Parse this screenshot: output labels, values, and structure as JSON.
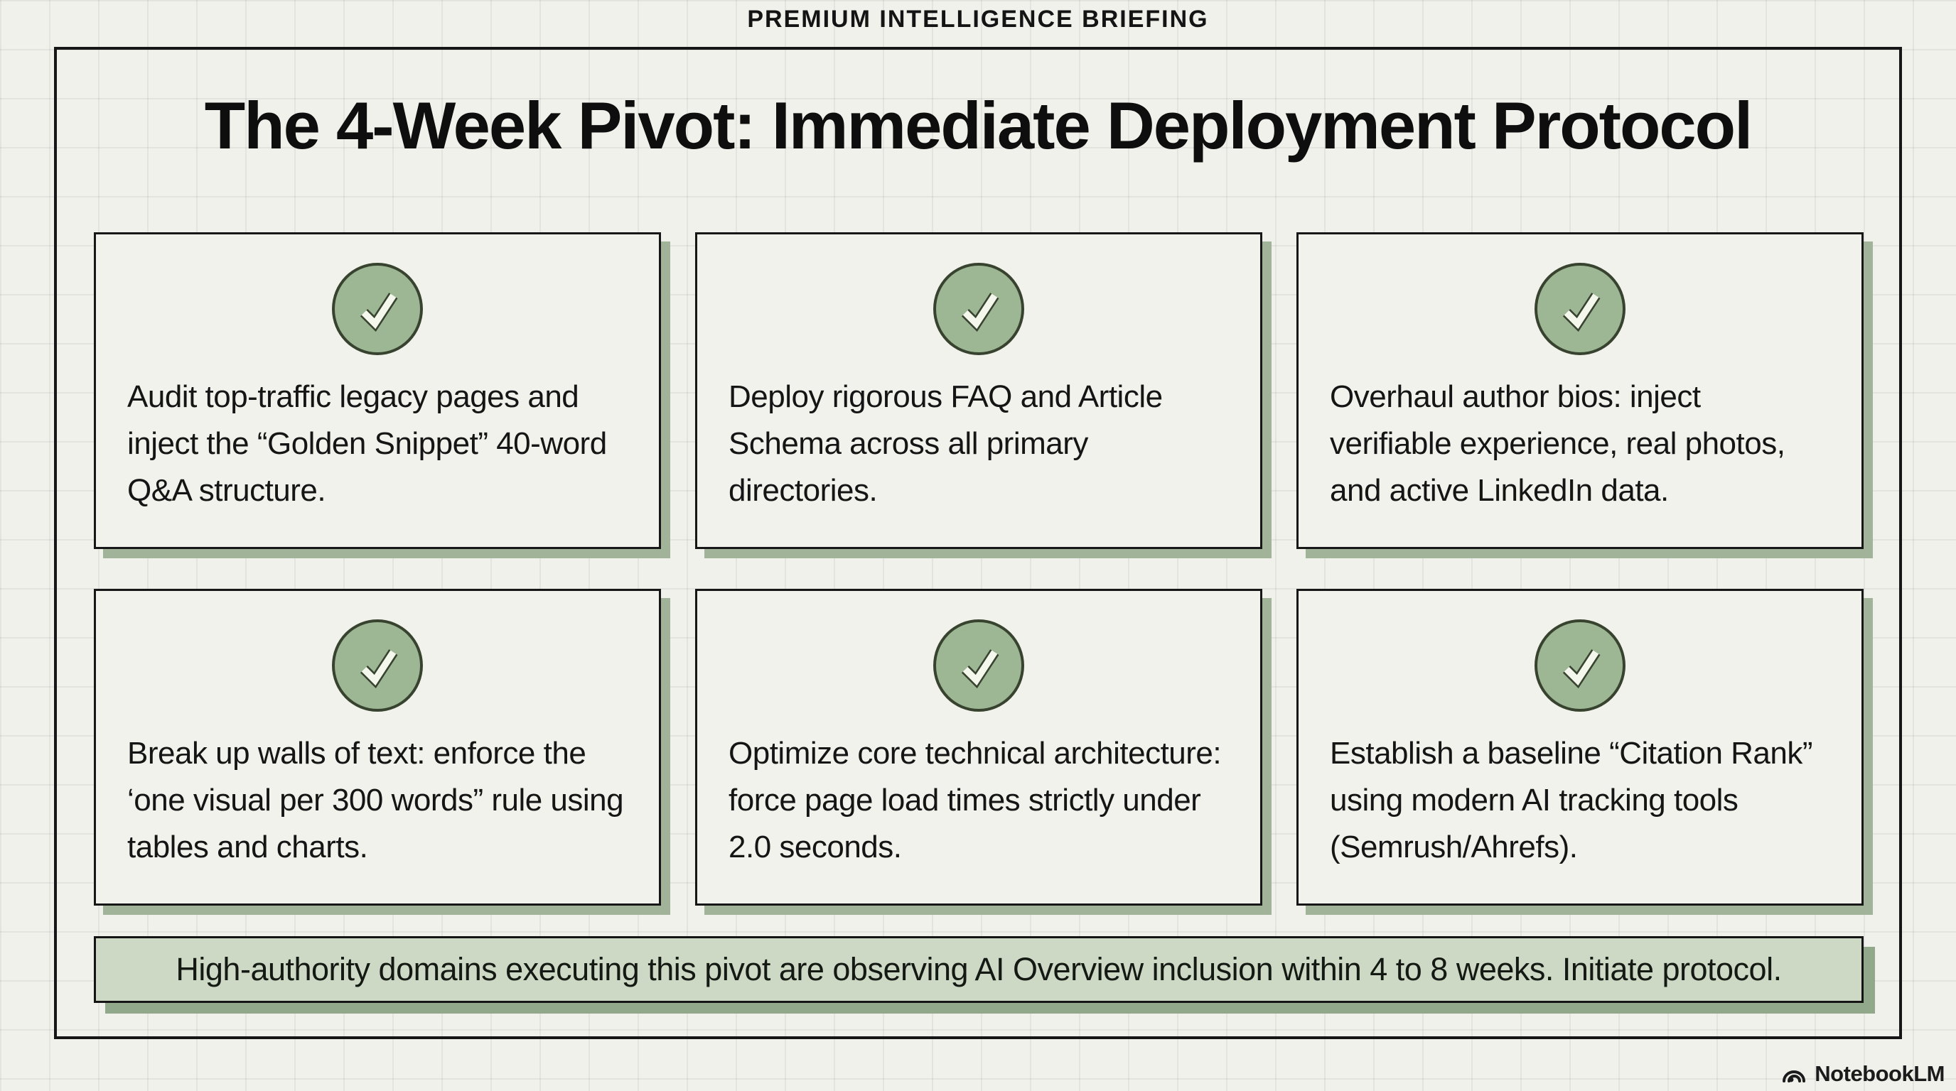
{
  "header": {
    "label": "PREMIUM INTELLIGENCE BRIEFING"
  },
  "title": "The 4-Week Pivot: Immediate Deployment Protocol",
  "cards": [
    {
      "icon": "checkmark-circle-icon",
      "text": "Audit top-traffic legacy pages and inject the “Golden Snippet” 40-word Q&A structure."
    },
    {
      "icon": "checkmark-circle-icon",
      "text": "Deploy rigorous FAQ and Article Schema across all primary directories."
    },
    {
      "icon": "checkmark-circle-icon",
      "text": "Overhaul author bios: inject verifiable experience, real photos, and active LinkedIn data."
    },
    {
      "icon": "checkmark-circle-icon",
      "text": "Break up walls of text: enforce the ‘one visual per 300 words” rule using tables and charts."
    },
    {
      "icon": "checkmark-circle-icon",
      "text": "Optimize core technical architecture: force page load times strictly under 2.0 seconds."
    },
    {
      "icon": "checkmark-circle-icon",
      "text": "Establish a baseline “Citation Rank” using modern AI tracking tools (Semrush/Ahrefs)."
    }
  ],
  "banner": {
    "text": "High-authority domains executing this pivot are observing AI Overview inclusion within 4 to 8 weeks. Initiate protocol."
  },
  "footer": {
    "brand": "NotebookLM",
    "icon": "notebooklm-logo-icon"
  },
  "colors": {
    "page_bg": "#f1f1ec",
    "ink": "#121212",
    "card_bg": "#f1f2eb",
    "card_border": "#171717",
    "card_shadow": "#a1b399",
    "circle_fill": "#9db795",
    "circle_stroke": "#38432f",
    "check_color": "#f4f8ec",
    "banner_bg": "#cdd8c5",
    "banner_shadow": "#92a88a"
  }
}
